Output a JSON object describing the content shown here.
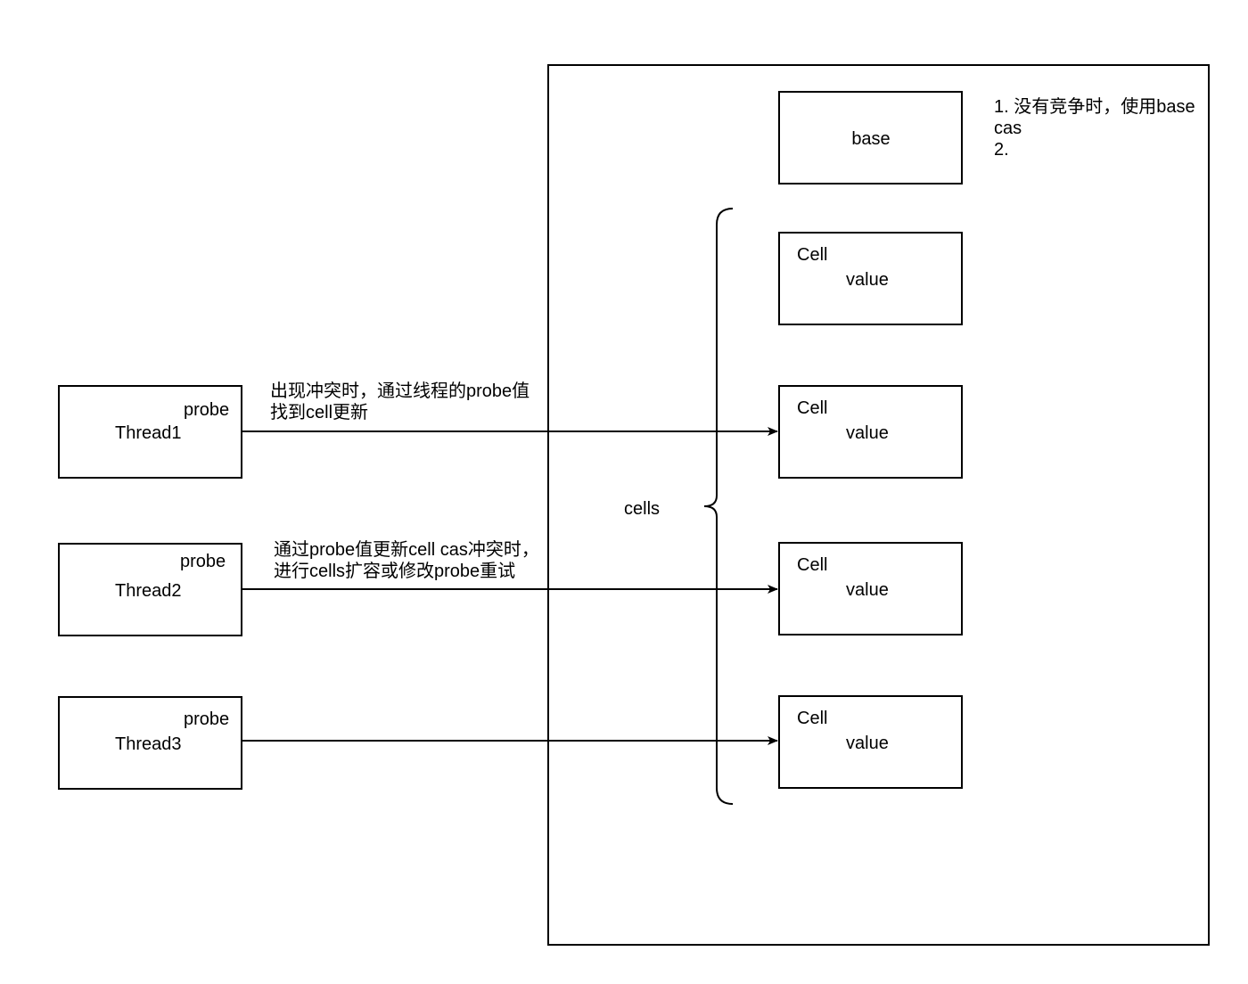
{
  "container": {
    "base_label": "base",
    "notes": [
      "1. 没有竞争时，使用base",
      "cas",
      "2."
    ],
    "cells_label": "cells",
    "cells": [
      {
        "title": "Cell",
        "field": "value"
      },
      {
        "title": "Cell",
        "field": "value"
      },
      {
        "title": "Cell",
        "field": "value"
      },
      {
        "title": "Cell",
        "field": "value"
      }
    ]
  },
  "threads": [
    {
      "name": "Thread1",
      "field": "probe"
    },
    {
      "name": "Thread2",
      "field": "probe"
    },
    {
      "name": "Thread3",
      "field": "probe"
    }
  ],
  "annotations": {
    "thread1": [
      "出现冲突时，通过线程的probe值",
      "找到cell更新"
    ],
    "thread2": [
      "通过probe值更新cell cas冲突时，",
      "进行cells扩容或修改probe重试"
    ]
  }
}
